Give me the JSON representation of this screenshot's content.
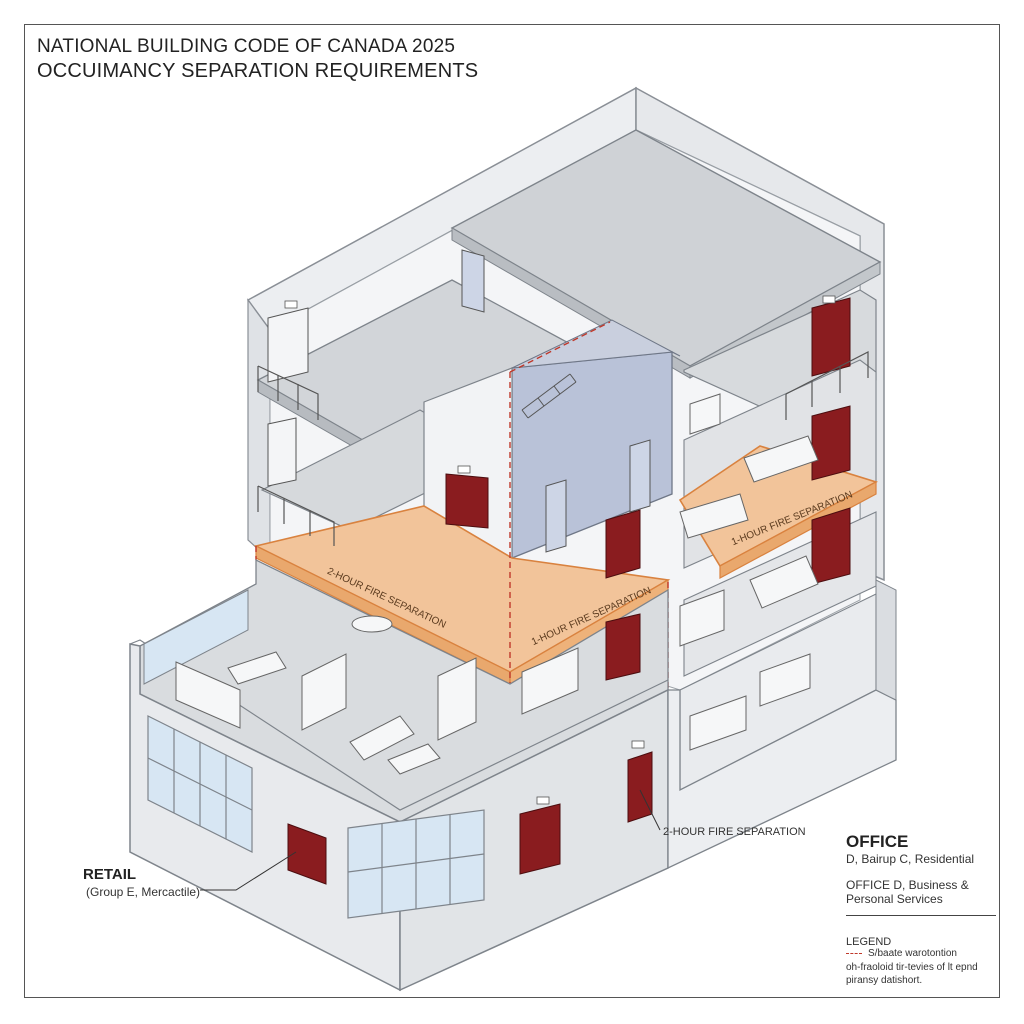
{
  "title": {
    "line1": "NATIONAL BUILDING CODE OF CANADA 2025",
    "line2": "OCCUIMANCY SEPARATION REQUIREMENTS"
  },
  "slab_labels": {
    "two_hour": "2-HOUR FIRE SEPARATION",
    "one_hour_front": "1-HOUR FIRE SEPARATION",
    "one_hour_right": "1-HOUR FIRE SEPARATION"
  },
  "callouts": {
    "two_hour_separation": "2-HOUR FIRE SEPARATION",
    "retail_heading": "RETAIL",
    "retail_sub": "(Group E, Mercactile)"
  },
  "office": {
    "heading": "OFFICE",
    "line1": "D, Bairup C, Residential",
    "line2": "OFFICE D, Business &",
    "line3": "Personal Services"
  },
  "legend": {
    "heading": "LEGEND",
    "item1": "S/baate warotontion",
    "item2": "oh-fraoloid tir-tevies of lt epnd",
    "item3": "piransy datishort."
  },
  "colors": {
    "fire_separation": "#f2c49a",
    "fire_separation_edge": "#d9823f",
    "door": "#8a1c1f",
    "dashed_line": "#c0392b",
    "stair_core": "#b9c2d8",
    "glass": "#d7e6f3"
  }
}
